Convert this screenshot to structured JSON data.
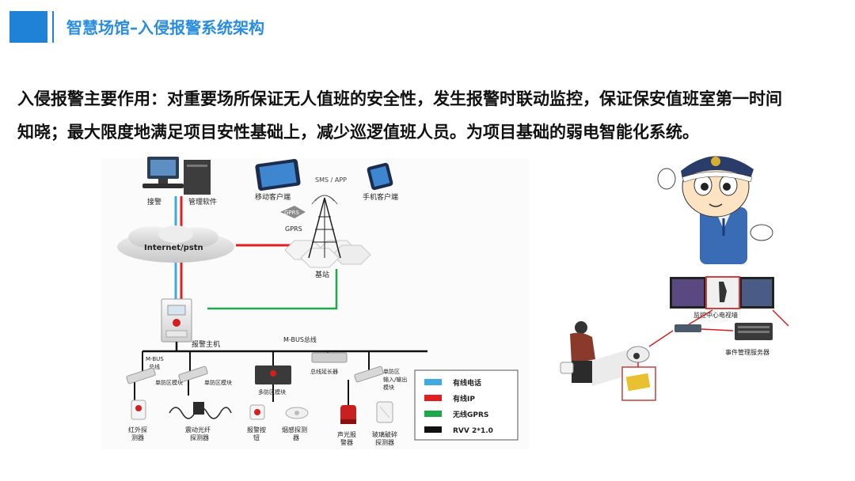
{
  "header": {
    "title": "智慧场馆–入侵报警系统架构"
  },
  "intro": {
    "line1": "入侵报警主要作用：对重要场所保证无人值班的安全性，发生报警时联动监控，保证保安值班室第一时间",
    "line2": "知晓；最大限度地满足项目安性基础上，减少巡逻值班人员。为项目基础的弱电智能化系统。"
  },
  "diagram": {
    "pc": {
      "label_left": "接警",
      "label_right": "管理软件"
    },
    "tablet": {
      "label": "移动客户端"
    },
    "sms": {
      "label": "SMS / APP"
    },
    "phone": {
      "label": "手机客户端"
    },
    "gprs": {
      "badge": "GPRS",
      "label": "GPRS"
    },
    "internet": {
      "label": "Internet/pstn"
    },
    "tower": {
      "label": "基站"
    },
    "host": {
      "label": "报警主机"
    },
    "mbus": {
      "label": "M-BUS总线"
    },
    "bus_label": {
      "line1": "M-BUS",
      "line2": "总线"
    },
    "extender": {
      "label": "总线延长器"
    },
    "modules": {
      "single1": "单防区模块",
      "single2": "单防区模块",
      "multi": "多防区模块",
      "io": {
        "line1": "单防区",
        "line2": "输入/输出",
        "line3": "模块"
      }
    },
    "devices": {
      "pir": {
        "line1": "红外探",
        "line2": "测器"
      },
      "fiber": {
        "line1": "震动光纤",
        "line2": "探测器"
      },
      "button": {
        "line1": "报警按",
        "line2": "钮"
      },
      "smoke": {
        "line1": "烟感探测",
        "line2": "器"
      },
      "siren": {
        "line1": "声光报",
        "line2": "警器"
      },
      "glass": {
        "line1": "玻璃破碎",
        "line2": "探测器"
      }
    },
    "legend": [
      {
        "label": "有线电话",
        "color": "#3fa9e0"
      },
      {
        "label": "有线IP",
        "color": "#e02020"
      },
      {
        "label": "无线GPRS",
        "color": "#1ea84a"
      },
      {
        "label": "RVV 2*1.0",
        "color": "#111111"
      }
    ]
  },
  "monitor": {
    "wall_label": "监控中心电视墙",
    "server_label": "事件管理服务器"
  },
  "colors": {
    "accent": "#1f82d6",
    "title": "#2a8de0",
    "phone_line": "#3fa9e0",
    "ip_line": "#e02020",
    "gprs_line": "#1ea84a",
    "bus_line": "#111111"
  }
}
